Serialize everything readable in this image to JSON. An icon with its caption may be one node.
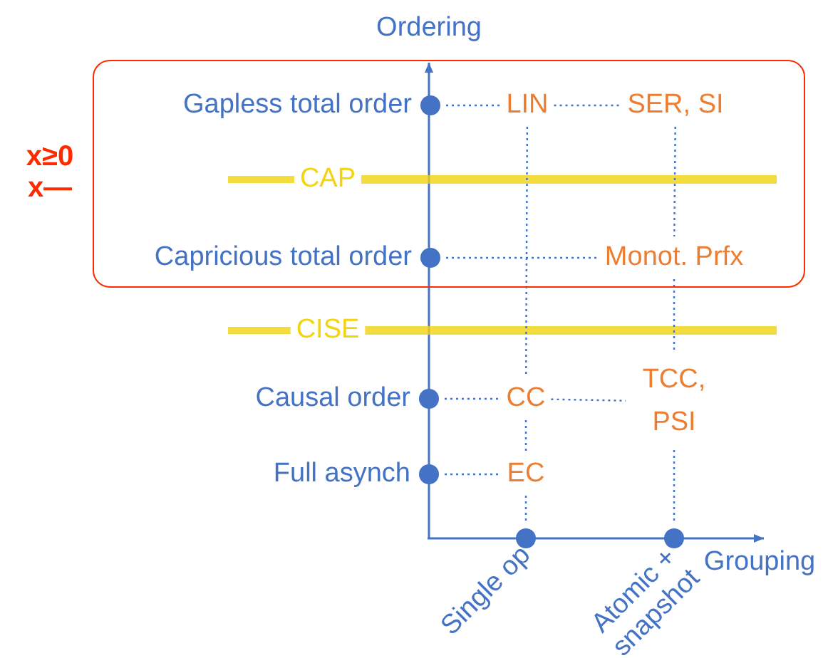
{
  "diagram": {
    "nodes": [
      {
        "text": [],
        "shape": "box"
      },
      {
        "text": [],
        "shape": "circle",
        "in": 0,
        "beside": [
          "Gapless total order"
        ]
      },
      {
        "text": [
          "LIN"
        ],
        "in": 0
      },
      {
        "text": [
          "SER, SI"
        ],
        "in": 0
      },
      {
        "text": [],
        "shape": "circle",
        "in": 0,
        "beside": [
          "Capricious total order"
        ]
      },
      {
        "text": [
          "Monot. Prfx"
        ],
        "in": 0
      },
      {
        "text": [],
        "shape": "circle",
        "beside": [
          "Causal order"
        ]
      },
      {
        "text": [
          "CC"
        ]
      },
      {
        "text": [
          "TCC, PSI"
        ]
      },
      {
        "text": [],
        "shape": "circle",
        "beside": [
          "Full asynch"
        ]
      },
      {
        "text": [
          "EC"
        ]
      },
      {
        "text": [],
        "shape": "circle",
        "beside": [
          "Single op"
        ]
      },
      {
        "text": [],
        "shape": "circle",
        "beside": [
          "Atomic + snapshot"
        ]
      }
    ],
    "edges": [
      {
        "from": 1,
        "to": 2,
        "arrow": "none"
      },
      {
        "from": 2,
        "to": 3,
        "arrow": "none"
      },
      {
        "from": 4,
        "to": 5,
        "arrow": "none"
      },
      {
        "from": 2,
        "to": 7,
        "arrow": "none"
      },
      {
        "from": 3,
        "to": 5,
        "arrow": "none"
      },
      {
        "from": 6,
        "to": 7,
        "arrow": "none"
      },
      {
        "from": 7,
        "to": 8,
        "arrow": "none"
      },
      {
        "from": 5,
        "to": 8,
        "arrow": "none"
      },
      {
        "from": 9,
        "to": 10,
        "arrow": "none"
      },
      {
        "from": 7,
        "to": 10,
        "arrow": "none"
      },
      {
        "from": 10,
        "to": 11,
        "arrow": "none"
      },
      {
        "from": 8,
        "to": 12,
        "arrow": "none"
      }
    ],
    "labels": [
      "Ordering",
      "x≥0",
      "x—",
      "CAP",
      "CISE",
      "Grouping"
    ]
  }
}
